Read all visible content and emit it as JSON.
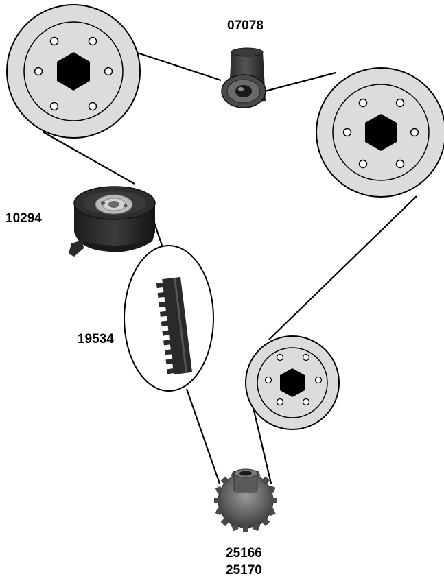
{
  "labels": {
    "idler": "07078",
    "tensioner": "10294",
    "belt": "19534",
    "crank_gear_1": "25166",
    "crank_gear_2": "25170"
  },
  "colors": {
    "pulley_fill": "#dcdcdc",
    "part_dark": "#262626",
    "line": "#000000"
  },
  "icons": {
    "hub": "hexagon-icon",
    "bolt_holes": "bolt-hole-icon"
  }
}
